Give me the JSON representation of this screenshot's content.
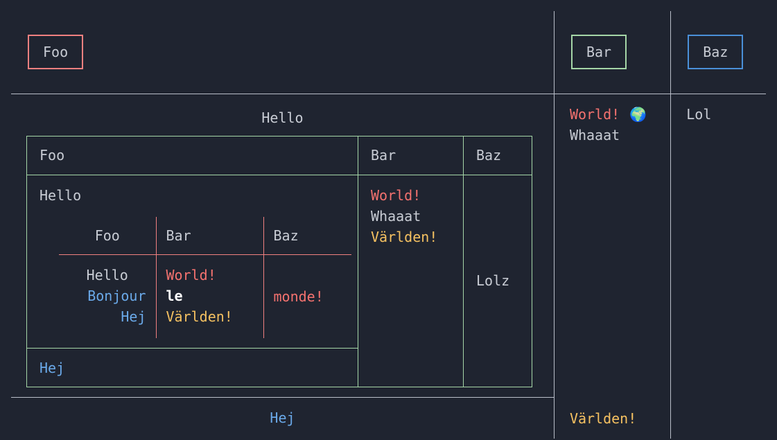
{
  "theme": {
    "background": "#1f2430",
    "text_default": "#c8ccd4",
    "border_outer": "#b9bec9",
    "border_green": "#a5d6a7",
    "border_pink": "#f08080",
    "border_blue": "#4a90d9",
    "accent_red": "#f4726f",
    "accent_blue": "#6aa9e9",
    "accent_gold": "#f5c161",
    "accent_white": "#ffffff"
  },
  "outer_table": {
    "header": {
      "chip_foo": "Foo",
      "chip_bar": "Bar",
      "chip_baz": "Baz"
    },
    "body": {
      "mid_column": {
        "line_1": "World!",
        "emoji": "🌍",
        "line_2": "Whaaat",
        "bottom": "Världen!"
      },
      "right_column": {
        "line_1": "Lol"
      }
    },
    "footer": {
      "text": "Hej"
    }
  },
  "middle_table": {
    "caption": "Hello",
    "header": {
      "col_a": "Foo",
      "col_b": "Bar",
      "col_c": "Baz"
    },
    "body": {
      "col_a_title": "Hello",
      "col_b_line_1": "World!",
      "col_b_line_2": "Whaaat",
      "col_c": "Lolz"
    },
    "footer": {
      "col_a": "Hej",
      "col_b": "Världen!"
    }
  },
  "inner_table": {
    "header": {
      "col_a": "Foo",
      "col_b": "Bar",
      "col_c": "Baz"
    },
    "body": {
      "col_a_line_1": "Hello",
      "col_a_line_2": "Bonjour",
      "col_a_line_3": "Hej",
      "col_b_line_1": "World!",
      "col_b_line_2": "le",
      "col_b_line_3": "Världen!",
      "col_c": "monde!"
    }
  },
  "icons": {
    "globe": "globe-earth-africa-icon"
  }
}
